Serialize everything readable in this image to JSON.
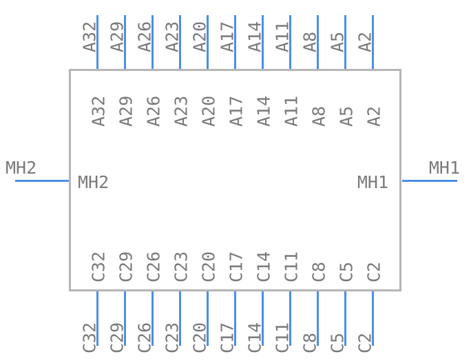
{
  "component": {
    "top_pins": [
      "A32",
      "A29",
      "A26",
      "A23",
      "A20",
      "A17",
      "A14",
      "A11",
      "A8",
      "A5",
      "A2"
    ],
    "bottom_pins": [
      "C32",
      "C29",
      "C26",
      "C23",
      "C20",
      "C17",
      "C14",
      "C11",
      "C8",
      "C5",
      "C2"
    ],
    "left_pin": "MH2",
    "right_pin": "MH1"
  },
  "colors": {
    "pin": "#4a8fe7",
    "outline": "#b5b5b5",
    "text": "#7a7a7a"
  }
}
